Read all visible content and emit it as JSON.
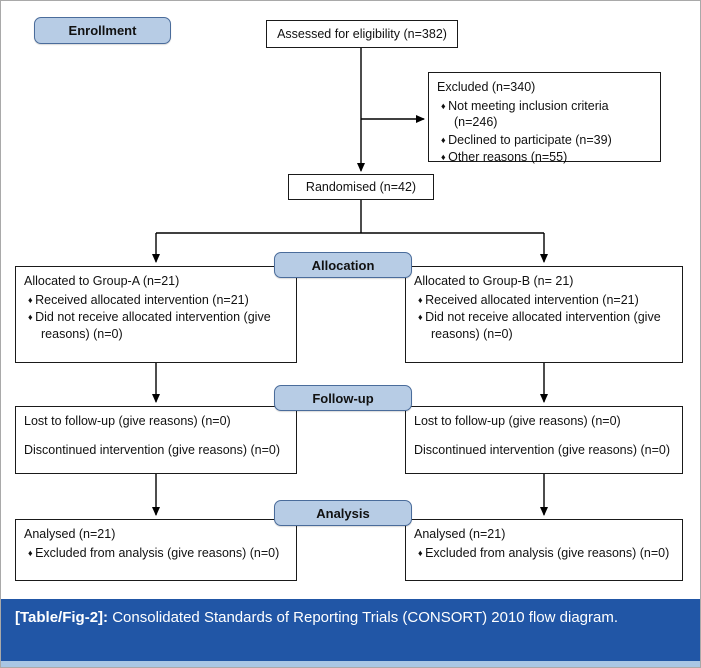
{
  "badges": {
    "enrollment": "Enrollment",
    "allocation": "Allocation",
    "followup": "Follow-up",
    "analysis": "Analysis"
  },
  "boxes": {
    "assessed": "Assessed for eligibility (n=382)",
    "excluded": {
      "title": "Excluded (n=340)",
      "items": [
        "Not meeting inclusion criteria (n=246)",
        "Declined to participate (n=39)",
        "Other reasons (n=55)"
      ]
    },
    "randomised": "Randomised (n=42)",
    "group_a": {
      "title": "Allocated to Group-A (n=21)",
      "items": [
        "Received allocated intervention (n=21)",
        "Did not receive allocated intervention (give reasons) (n=0)"
      ]
    },
    "group_b": {
      "title": "Allocated to Group-B (n= 21)",
      "items": [
        "Received allocated intervention (n=21)",
        "Did not receive allocated intervention (give reasons) (n=0)"
      ]
    },
    "followup_a": {
      "lines": [
        "Lost to follow-up (give reasons) (n=0)",
        "Discontinued intervention (give reasons) (n=0)"
      ]
    },
    "followup_b": {
      "lines": [
        "Lost to follow-up (give reasons) (n=0)",
        "Discontinued intervention (give reasons) (n=0)"
      ]
    },
    "analysis_a": {
      "title": "Analysed (n=21)",
      "items": [
        "Excluded from analysis (give reasons) (n=0)"
      ]
    },
    "analysis_b": {
      "title": "Analysed (n=21)",
      "items": [
        "Excluded from analysis (give reasons) (n=0)"
      ]
    }
  },
  "caption": {
    "label": "[Table/Fig-2]:",
    "text": " Consolidated Standards of Reporting Trials (CONSORT) 2010 flow diagram."
  },
  "colors": {
    "badge_fill": "#b7cce5",
    "badge_border": "#4a6c9b",
    "caption_bg": "#2156a6",
    "caption_strip": "#a9c6e4",
    "box_border": "#1a1a1a"
  }
}
